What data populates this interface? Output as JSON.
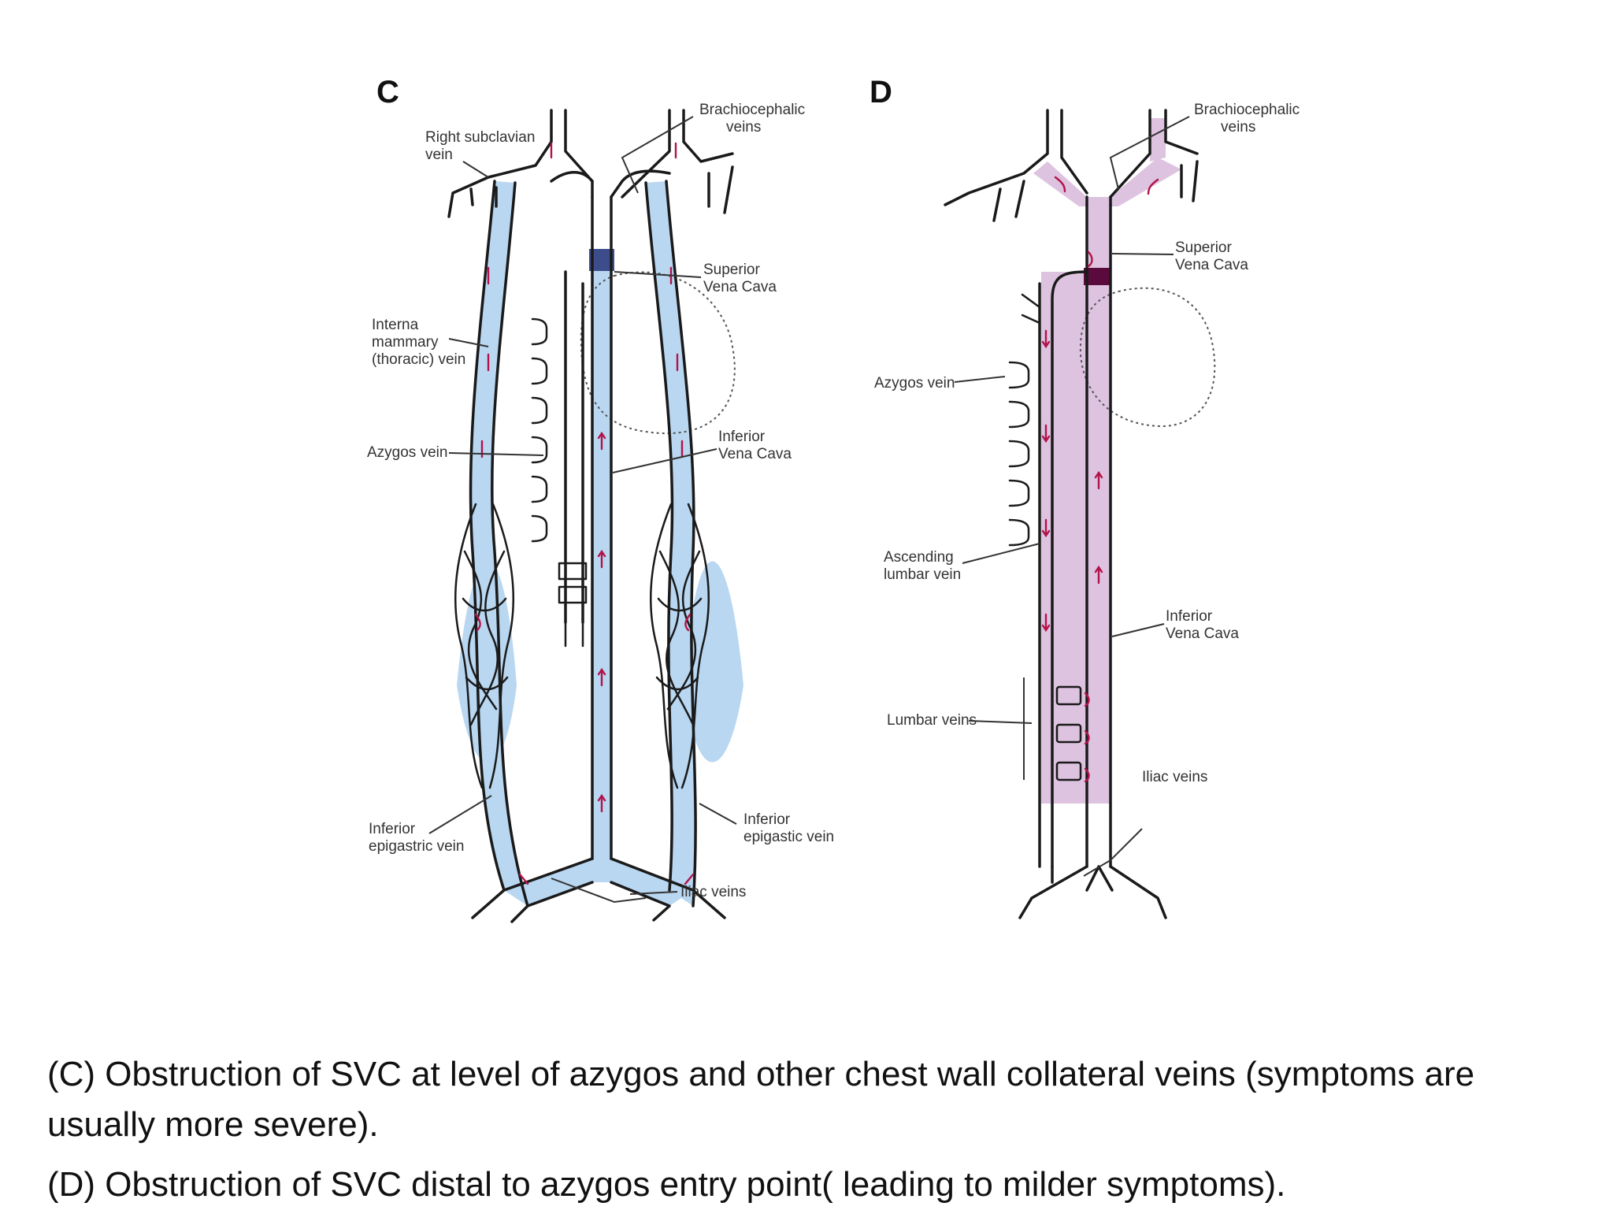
{
  "panel_c": {
    "letter": "C",
    "labels": {
      "right_subclavian": [
        "Right subclavian",
        "vein"
      ],
      "brachiocephalic": [
        "Brachiocephalic",
        "veins"
      ],
      "superior_vena_cava": [
        "Superior",
        "Vena Cava"
      ],
      "internal_mammary": [
        "Interna",
        "mammary",
        "(thoracic) vein"
      ],
      "azygos": [
        "Azygos vein"
      ],
      "inferior_vena_cava": [
        "Inferior",
        "Vena Cava"
      ],
      "inferior_epigastric_left": [
        "Inferior",
        "epigastric vein"
      ],
      "inferior_epigastric_right": [
        "Inferior",
        "epigastic vein"
      ],
      "iliac": [
        "Iliac veins"
      ]
    },
    "colors": {
      "flow_fill": "#b9d7f1",
      "obstruction": "#3d4d8c"
    }
  },
  "panel_d": {
    "letter": "D",
    "labels": {
      "brachiocephalic": [
        "Brachiocephalic",
        "veins"
      ],
      "superior_vena_cava": [
        "Superior",
        "Vena Cava"
      ],
      "azygos": [
        "Azygos vein"
      ],
      "ascending_lumbar": [
        "Ascending",
        "lumbar vein"
      ],
      "inferior_vena_cava": [
        "Inferior",
        "Vena Cava"
      ],
      "lumbar": [
        "Lumbar veins"
      ],
      "iliac": [
        "Iliac veins"
      ]
    },
    "colors": {
      "flow_fill": "#ddc3e0",
      "obstruction": "#5a0a3c"
    }
  },
  "colors": {
    "flow_arrow": "#b3124a",
    "outline": "#1a1a1a"
  },
  "captions": {
    "c": "(C) Obstruction of SVC at level of azygos and other chest wall collateral veins (symptoms are usually more severe).",
    "d": "(D) Obstruction of SVC distal to azygos entry point( leading to milder symptoms)."
  }
}
